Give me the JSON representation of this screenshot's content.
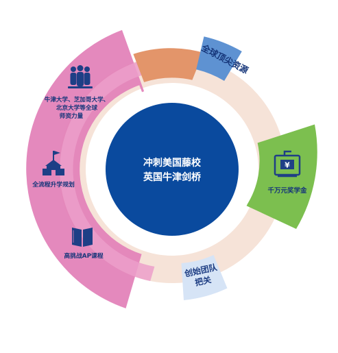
{
  "center": {
    "line1": "冲刺美国藤校",
    "line2": "英国牛津剑桥"
  },
  "segments": {
    "resources": {
      "label": "全球顶尖资源"
    },
    "scholarship": {
      "label": "千万元奖学金"
    },
    "founders": {
      "line1": "创始团队",
      "line2": "把关"
    }
  },
  "features": {
    "faculty": {
      "lines": [
        "牛津大学、芝加哥大学、",
        "北京大学等全球",
        "师资力量"
      ],
      "icon": "team-icon"
    },
    "planning": {
      "label": "全流程升学规划",
      "icon": "school-icon"
    },
    "ap": {
      "label": "高挑战AP课程",
      "icon": "book-icon"
    }
  },
  "colors": {
    "center": "#0a4a9e",
    "pink": "#e07cb4",
    "orange": "#e29467",
    "blue": "#5b8fd0",
    "green": "#7bbe4e",
    "lightblue": "#d3e2f5",
    "peach": "#f5e0d5",
    "navy": "#1e3f86"
  }
}
